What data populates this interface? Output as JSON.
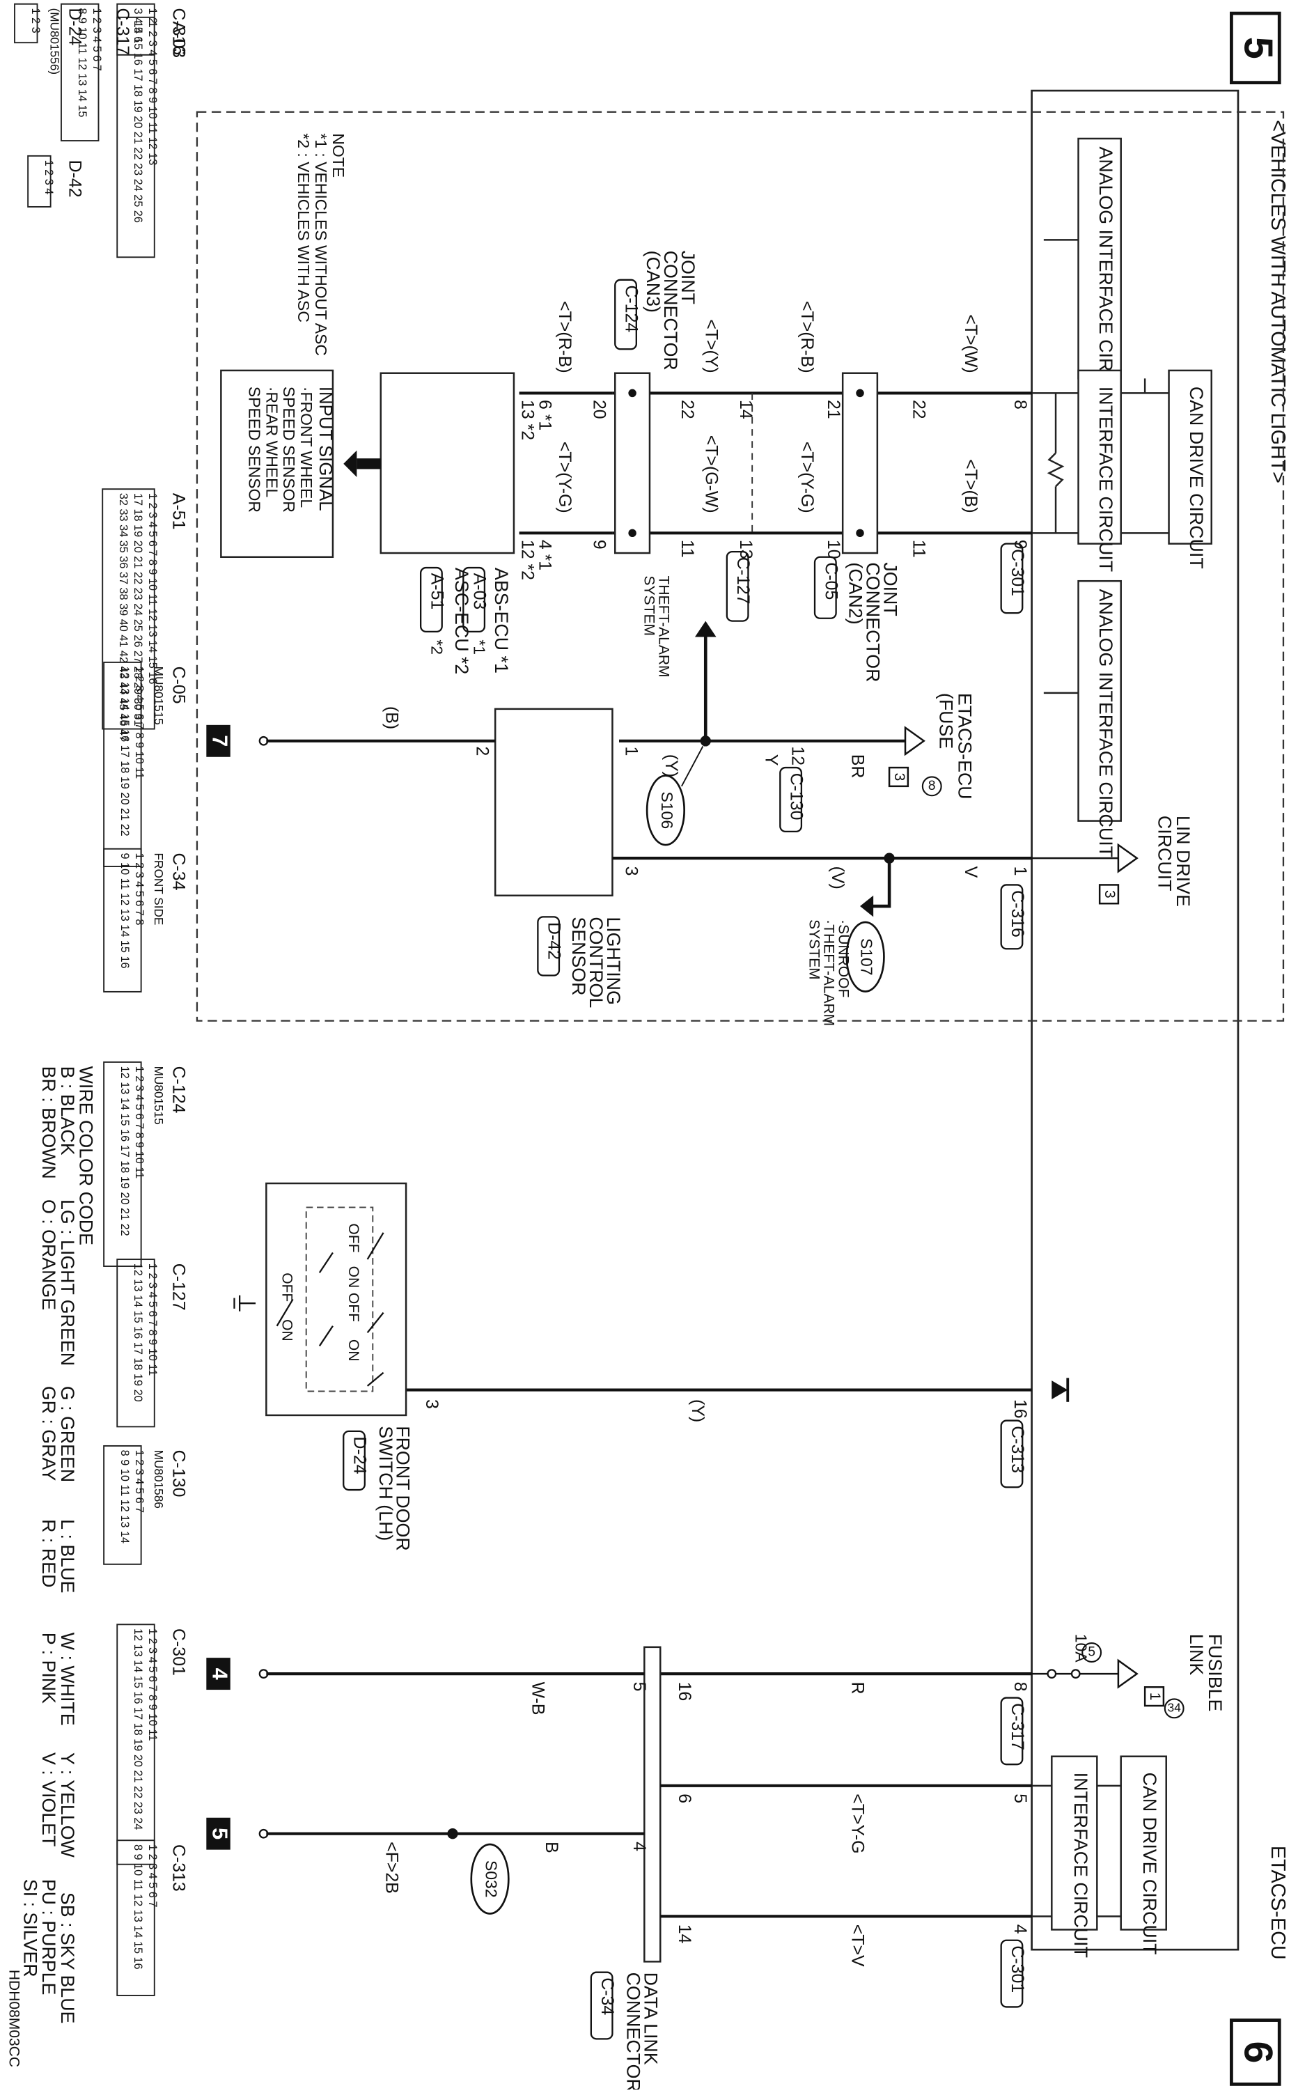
{
  "page": {
    "page_left": "5",
    "page_right": "6",
    "title": "<VEHICLES WITH AUTOMATIC LIGHT>",
    "etacs_ecu_title": "ETACS-ECU",
    "diagram_code": "HDH08M03CC"
  },
  "blocks": {
    "analog1": "ANALOG INTERFACE CIRCUIT",
    "can_drive1": "CAN DRIVE CIRCUIT",
    "interface1": "INTERFACE CIRCUIT",
    "analog2": "ANALOG INTERFACE CIRCUIT",
    "can_drive2": "CAN DRIVE CIRCUIT",
    "interface2": "INTERFACE CIRCUIT",
    "input_signal": "INPUT SIGNAL",
    "input_items": [
      "·FRONT WHEEL",
      "SPEED SENSOR",
      "·REAR WHEEL",
      "SPEED SENSOR"
    ]
  },
  "components": {
    "joint_can3": [
      "JOINT",
      "CONNECTOR",
      "(CAN3)"
    ],
    "joint_can3_conn": "C-124",
    "joint_can2": [
      "JOINT",
      "CONNECTOR",
      "(CAN2)"
    ],
    "joint_can2_conn": "C-05",
    "abs_ecu": "ABS-ECU *1",
    "abs_ecu_conn": "A-03",
    "abs_ecu_star": "*1",
    "asc_ecu": "ASC-ECU *2",
    "asc_ecu_conn": "A-51",
    "asc_ecu_star": "*2",
    "etacs_fuse": [
      "ETACS-ECU",
      "(FUSE"
    ],
    "fuse_num": "8",
    "lin_drive": [
      "LIN DRIVE",
      "CIRCUIT"
    ],
    "lighting_sensor": [
      "LIGHTING",
      "CONTROL",
      "SENSOR"
    ],
    "lighting_sensor_conn": "D-42",
    "front_door_switch": [
      "FRONT DOOR",
      "SWITCH (LH)"
    ],
    "front_door_switch_conn": "D-24",
    "fusible_link": [
      "FUSIBLE",
      "LINK"
    ],
    "fusible_link_num": "34",
    "fuse_5_num": "5",
    "fuse_5_amp": "10A",
    "data_link": [
      "DATA LINK",
      "CONNECTOR"
    ],
    "data_link_conn": "C-34",
    "theft_alarm": [
      "THEFT-ALARM",
      "SYSTEM"
    ],
    "sunroof": [
      "·SUNROOF",
      "·THEFT-ALARM",
      "SYSTEM"
    ],
    "splice_s106": "S106",
    "splice_s107": "S107",
    "splice_s032": "S032",
    "ground_7": "7",
    "ground_4": "4",
    "ground_5": "5",
    "box_3a": "3",
    "box_3b": "3",
    "box_1": "1",
    "switch_off": "OFF",
    "switch_on": "ON"
  },
  "connectors": {
    "c301": "C-301",
    "c05": "C-05",
    "c127": "C-127",
    "c124": "C-124",
    "c130": "C-130",
    "c316": "C-316",
    "c313": "C-313",
    "c317": "C-317",
    "c34": "C-34",
    "d42": "D-42",
    "d24": "D-24"
  },
  "wires": {
    "w_tw": "<T>(W)",
    "w_tb": "<T>(B)",
    "w_trb": "<T>(R-B)",
    "w_tyg": "<T>(Y-G)",
    "w_ty": "<T>(Y)",
    "w_tgw": "<T>(G-W)",
    "w_trb2": "<T>(R-B)",
    "w_tyg2": "<T>(Y-G)",
    "w_br": "BR",
    "w_y": "Y",
    "w_y_paren": "(Y)",
    "w_b_paren": "(B)",
    "w_v": "V",
    "w_v_paren": "(V)",
    "w_y_paren2": "(Y)",
    "w_r": "R",
    "w_tyg3": "<T>Y-G",
    "w_tv": "<T>V",
    "w_wb": "W-B",
    "w_b": "B",
    "w_f2b": "<F>2B"
  },
  "pins": {
    "p8": "8",
    "p22": "22",
    "p21": "21",
    "p14": "14",
    "p22b": "22",
    "p20": "20",
    "p6s": "6 *1",
    "p13s": "13 *2",
    "p9": "9",
    "p11": "11",
    "p10": "10",
    "p13": "13",
    "p11b": "11",
    "p9b": "9",
    "p4s": "4 *1",
    "p12s": "12 *2",
    "p12": "12",
    "p1a": "1",
    "p2": "2",
    "p3": "3",
    "p1b": "1",
    "p16a": "16",
    "p3b": "3",
    "p8b": "8",
    "p16b": "16",
    "p5a": "5",
    "p5b": "5",
    "p6": "6",
    "p4": "4",
    "p14b": "14",
    "p4b": "4"
  },
  "notes": {
    "title": "NOTE",
    "n1": "*1 : VEHICLES WITHOUT ASC",
    "n2": "*2 : VEHICLES WITH ASC"
  },
  "wire_codes": {
    "title": "WIRE COLOR CODE",
    "rows": [
      [
        "B : BLACK",
        "LG : LIGHT GREEN",
        "G : GREEN",
        "L : BLUE",
        "W : WHITE",
        "Y : YELLOW",
        "SB : SKY BLUE"
      ],
      [
        "BR : BROWN",
        "O : ORANGE",
        "GR : GRAY",
        "R : RED",
        "P : PINK",
        "V : VIOLET",
        "PU : PURPLE",
        "SI : SILVER"
      ]
    ]
  },
  "views": [
    {
      "id": "A-03",
      "pins": [
        "1 2 3 4 5 6 7 8 9 10 11 12 13",
        "14 15 16 17 18 19 20 21 22 23 24 25 26"
      ]
    },
    {
      "id": "A-51",
      "pins": [
        "1 2 3 4 5 6 7 8 9 10 11 12 13 14 15 16",
        "17 18 19 20 21 22 23 24 25 26 27 28 29 30 31",
        "32 33 34 35 36 37 38 39 40 41 42 43 44 45 46 47"
      ]
    },
    {
      "id": "C-316",
      "pins": [
        "1 2",
        "3 4 5 6"
      ]
    },
    {
      "id": "C-317",
      "pins": [
        "1 2 3 4 5 6 7",
        "8 9 10 11 12 13 14 15"
      ]
    },
    {
      "id": "D-24",
      "sub": "(MU801556)",
      "pins": [
        "1 2 3"
      ]
    },
    {
      "id": "D-42",
      "pins": [
        "1 2 3 4"
      ]
    },
    {
      "id": "C-05",
      "sub": "MU801515",
      "pins": [
        "1 2 3 4 5 6 7 8 9 10 11",
        "12 13 14 15 16 17 18 19 20 21 22"
      ]
    },
    {
      "id": "C-34",
      "sub": "FRONT SIDE",
      "pins": [
        "1 2 3 4 5 6 7 8",
        "9 10 11 12 13 14 15 16"
      ]
    },
    {
      "id": "C-124",
      "sub": "MU801515",
      "pins": [
        "1 2 3 4 5 6 7 8 9 10 11",
        "12 13 14 15 16 17 18 19 20 21 22"
      ]
    },
    {
      "id": "C-127",
      "pins": [
        "1 2 3 4 5 6 7 8 9 10 11",
        "12 13 14 15 16 17 18 19 20"
      ]
    },
    {
      "id": "C-130",
      "sub": "MU801586",
      "pins": [
        "1 2 3 4 5 6 7",
        "8 9 10 11 12 13 14"
      ]
    },
    {
      "id": "C-301",
      "pins": [
        "1 2 3 4 5 6 7 8 9 10 11",
        "12 13 14 15 16 17 18 19 20 21 22 23 24"
      ]
    },
    {
      "id": "C-313",
      "pins": [
        "1 2 3 4 5 6 7",
        "8 9 10 11 12 13 14 15 16"
      ]
    }
  ]
}
